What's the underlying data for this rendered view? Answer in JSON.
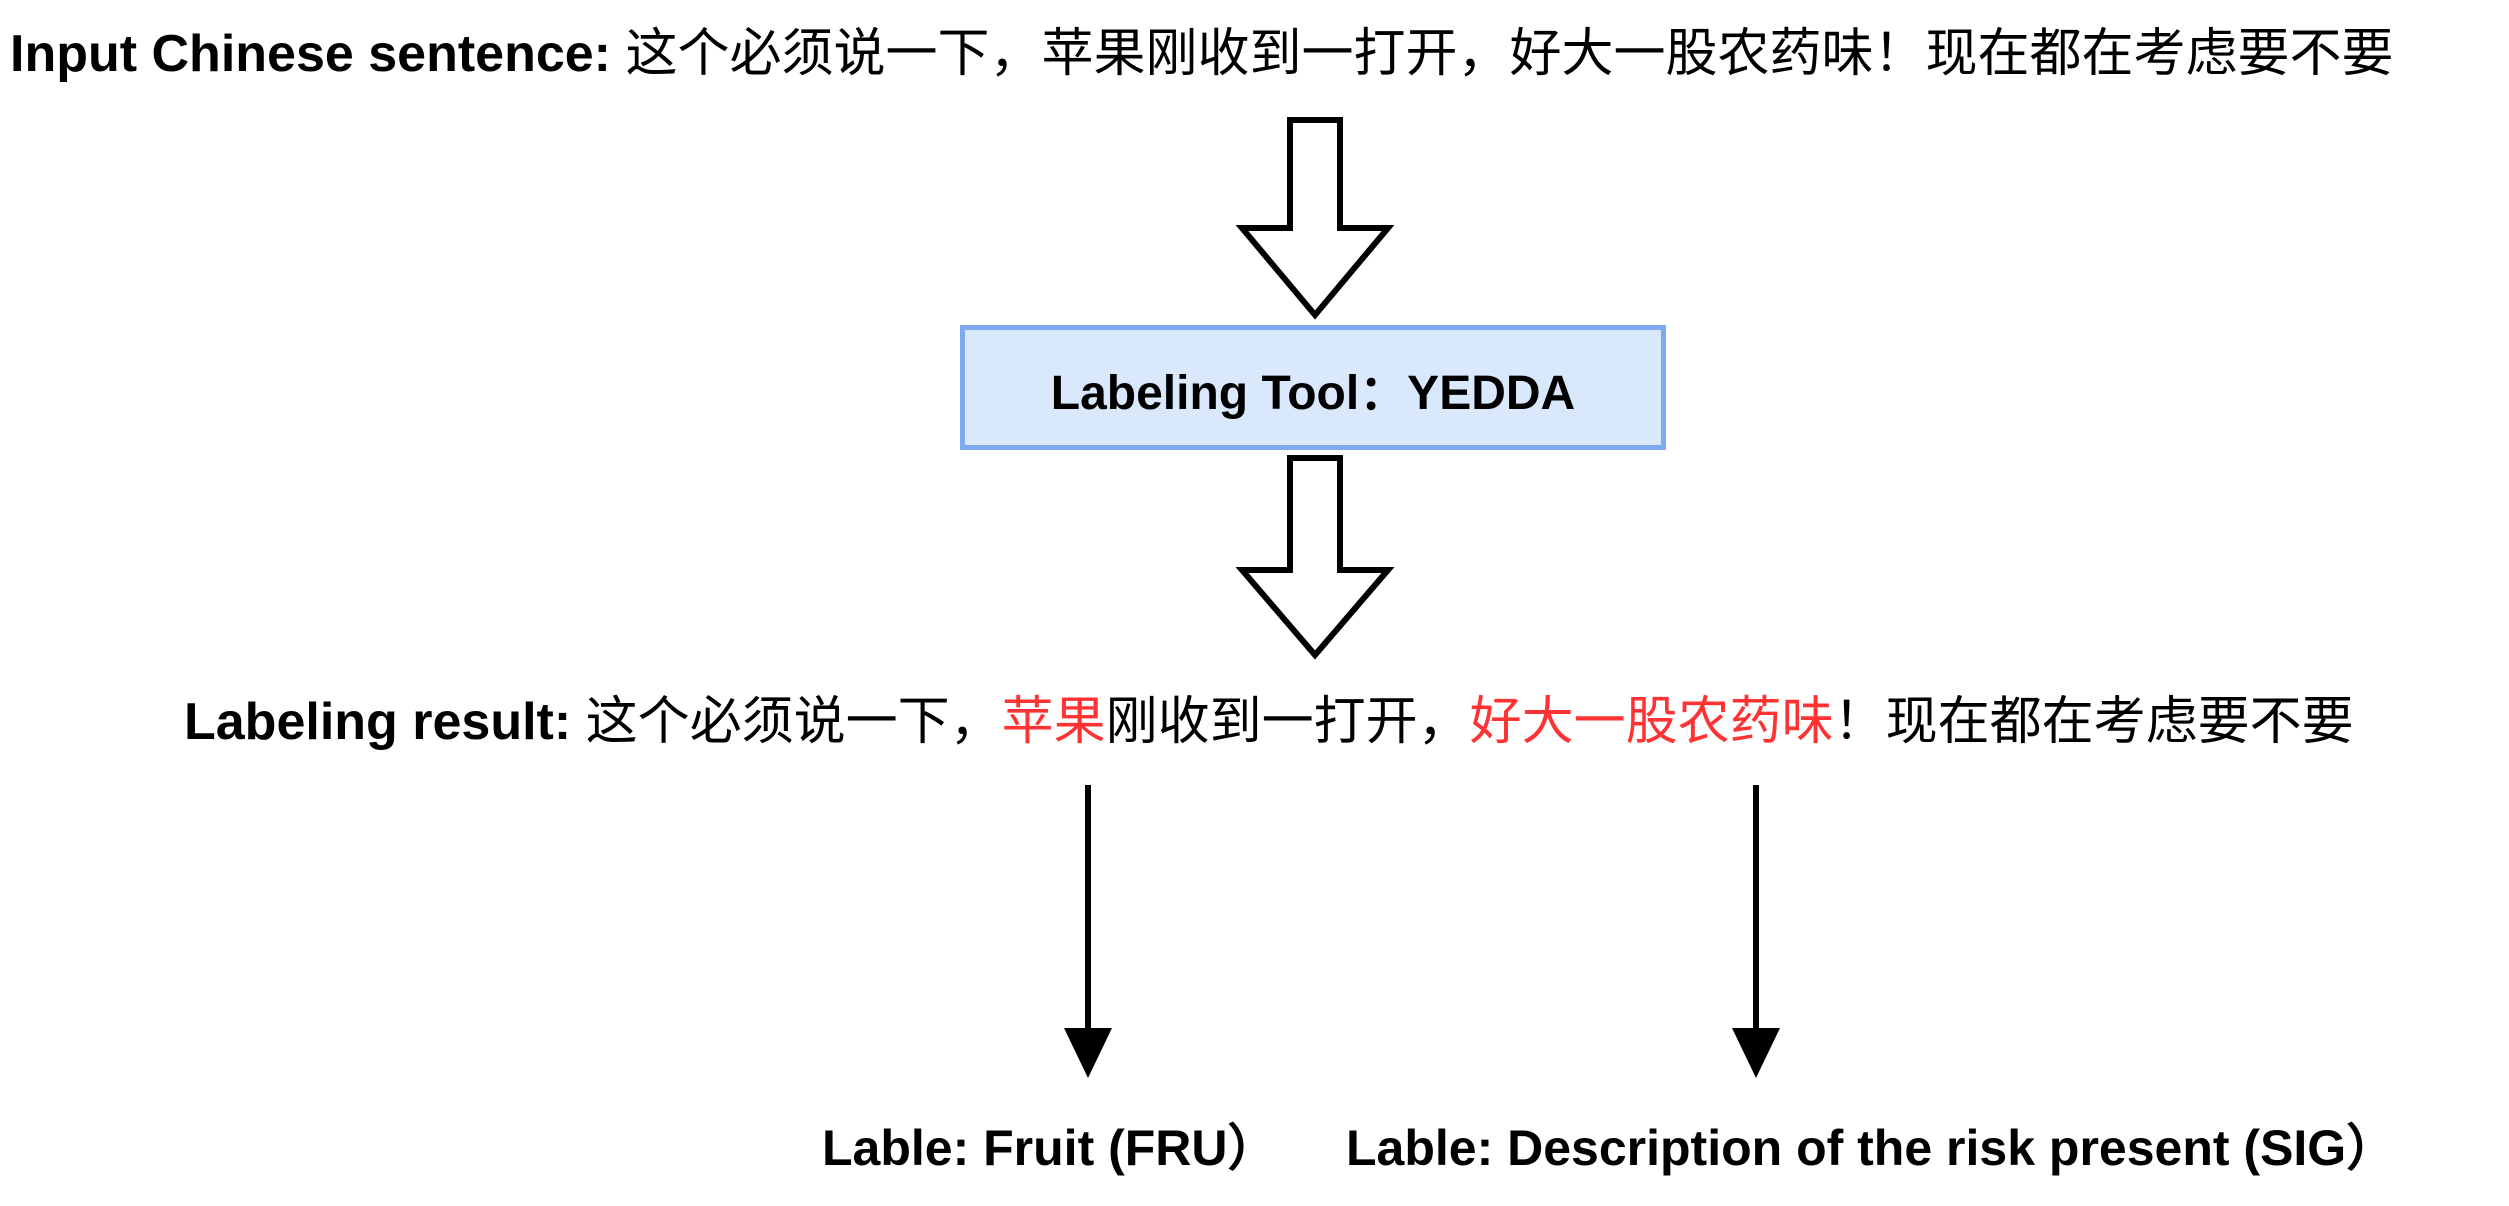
{
  "input": {
    "label": "Input Chinese sentence: ",
    "sentence": "这个必须说一下，苹果刚收到一打开，好大一股农药味！现在都在考虑要不要"
  },
  "tool": {
    "label": "Labeling Tool：YEDDA"
  },
  "result": {
    "label": "Labeling result: ",
    "segments": [
      {
        "text": "这个必须说一下，",
        "highlight": false
      },
      {
        "text": "苹果",
        "highlight": true
      },
      {
        "text": "刚收到一打开，",
        "highlight": false
      },
      {
        "text": "好大一股农药味",
        "highlight": true
      },
      {
        "text": "！现在都在考虑要不要",
        "highlight": false
      }
    ]
  },
  "labels": {
    "fruit": "Lable: Fruit (FRU）",
    "risk": "Lable: Description of the risk present (SIG）"
  },
  "colors": {
    "highlight": "#ff3333",
    "box_fill": "#dae8fc",
    "box_border": "#7eaaf0"
  }
}
